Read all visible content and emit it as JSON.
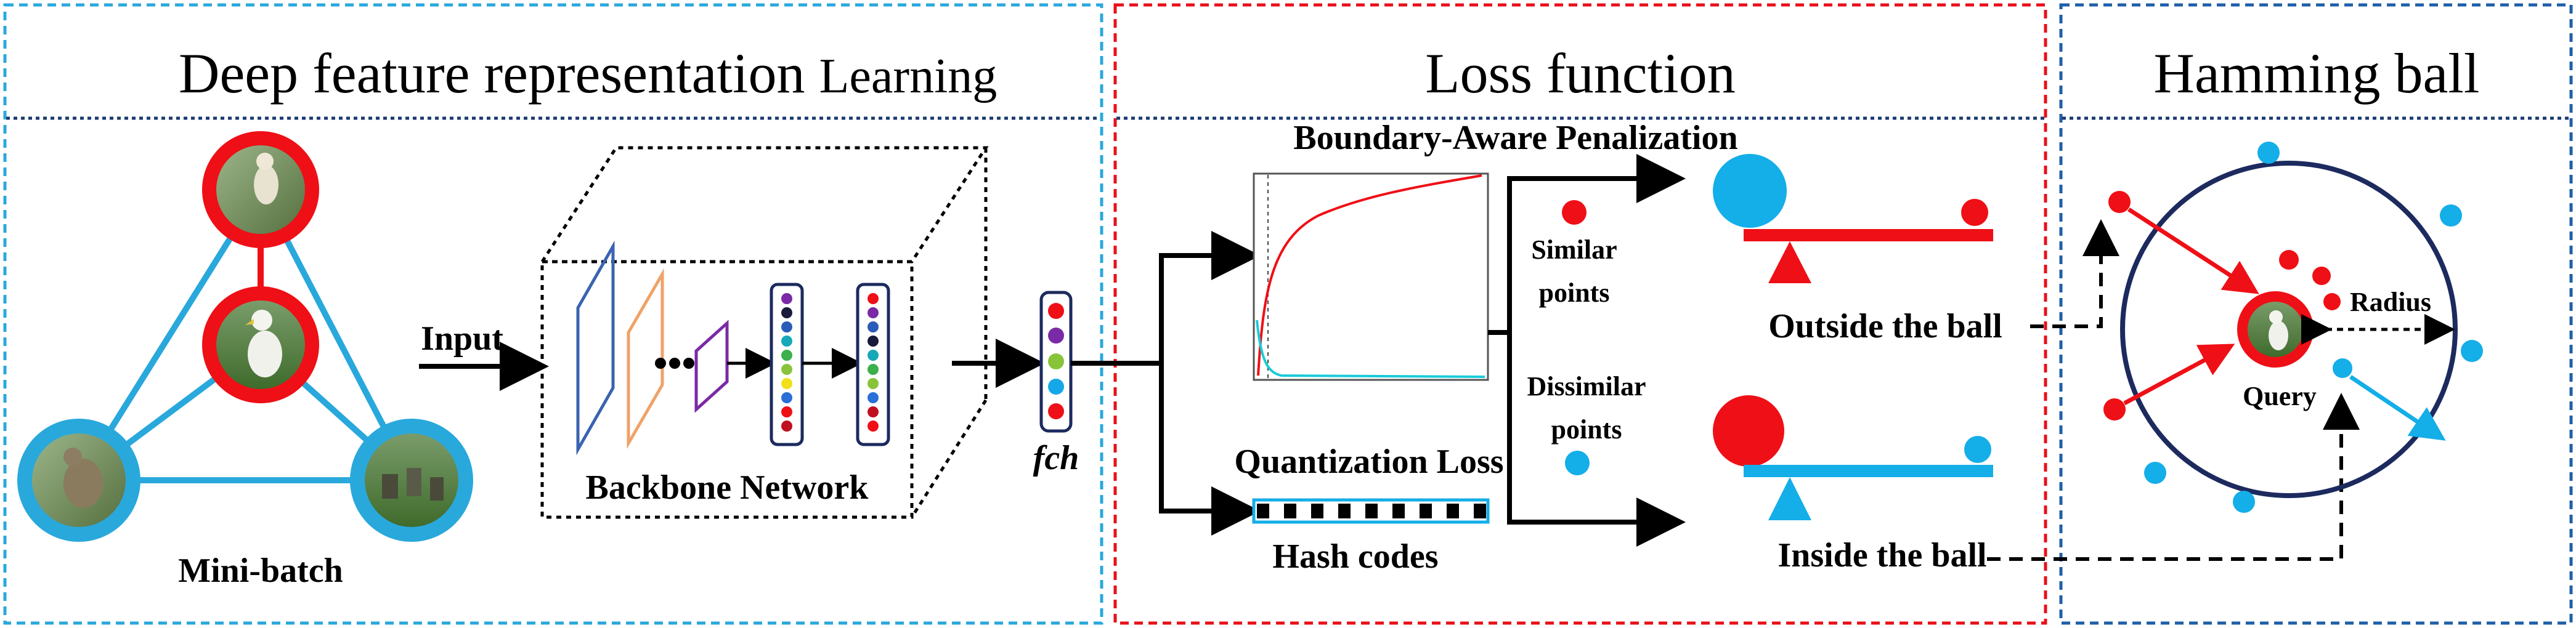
{
  "panels": {
    "left": {
      "title_main": "Deep feature representation",
      "title_suffix": "Learning"
    },
    "middle": {
      "title": "Loss function"
    },
    "right": {
      "title": "Hamming ball"
    }
  },
  "labels": {
    "input": "Input",
    "backbone": "Backbone Network",
    "minibatch": "Mini-batch",
    "fch": "fch",
    "boundary": "Boundary-Aware Penalization",
    "quantization": "Quantization Loss",
    "hashcodes": "Hash codes",
    "similar_1": "Similar",
    "similar_2": "points",
    "dissimilar_1": "Dissimilar",
    "dissimilar_2": "points",
    "outside": "Outside the ball",
    "inside": "Inside the ball",
    "radius": "Radius",
    "query": "Query"
  },
  "colors": {
    "left_border": "#29a8dc",
    "middle_border": "#e8101a",
    "right_border": "#1f5fa8",
    "similar": "#ef0f16",
    "dissimilar": "#14aee8",
    "ball": "#1c2a5e"
  },
  "icons": {
    "arrow": "arrow-right-icon",
    "seesaw": "seesaw-icon"
  }
}
